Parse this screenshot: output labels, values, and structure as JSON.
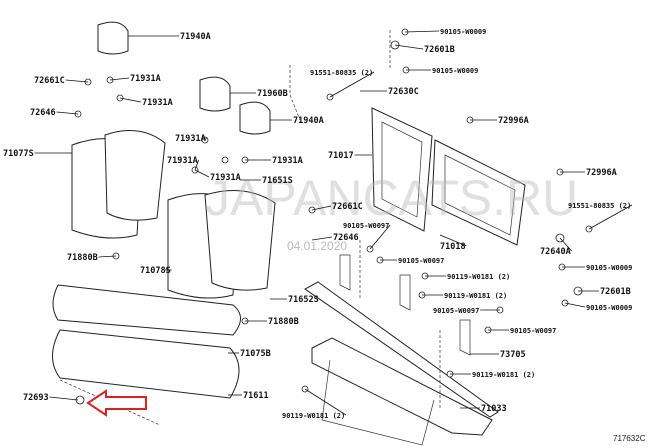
{
  "diagram": {
    "watermark": "JAPANCATS.RU",
    "date_stamp": "04.01.2020",
    "figure_code": "717632C",
    "labels": [
      "71940A",
      "72661C",
      "71931A",
      "71931A",
      "72646",
      "71960B",
      "71940A",
      "71077S",
      "71931A",
      "71931A",
      "71931A",
      "71931A",
      "71651S",
      "71880B",
      "71078S",
      "71652S",
      "71880B",
      "71075B",
      "72693",
      "71611",
      "90119-W0181 (2)",
      "90105-W0009",
      "72601B",
      "90105-W0009",
      "91551-80835 (2)",
      "72630C",
      "72996A",
      "71017",
      "72996A",
      "91551-80835 (2)",
      "72661C",
      "90105-W0097",
      "72646",
      "71018",
      "72640A",
      "90105-W0097",
      "90119-W0181 (2)",
      "90105-W0009",
      "90119-W0181 (2)",
      "72601B",
      "90105-W0097",
      "90105-W0009",
      "90105-W0097",
      "73705",
      "90119-W0181 (2)",
      "71033"
    ]
  }
}
